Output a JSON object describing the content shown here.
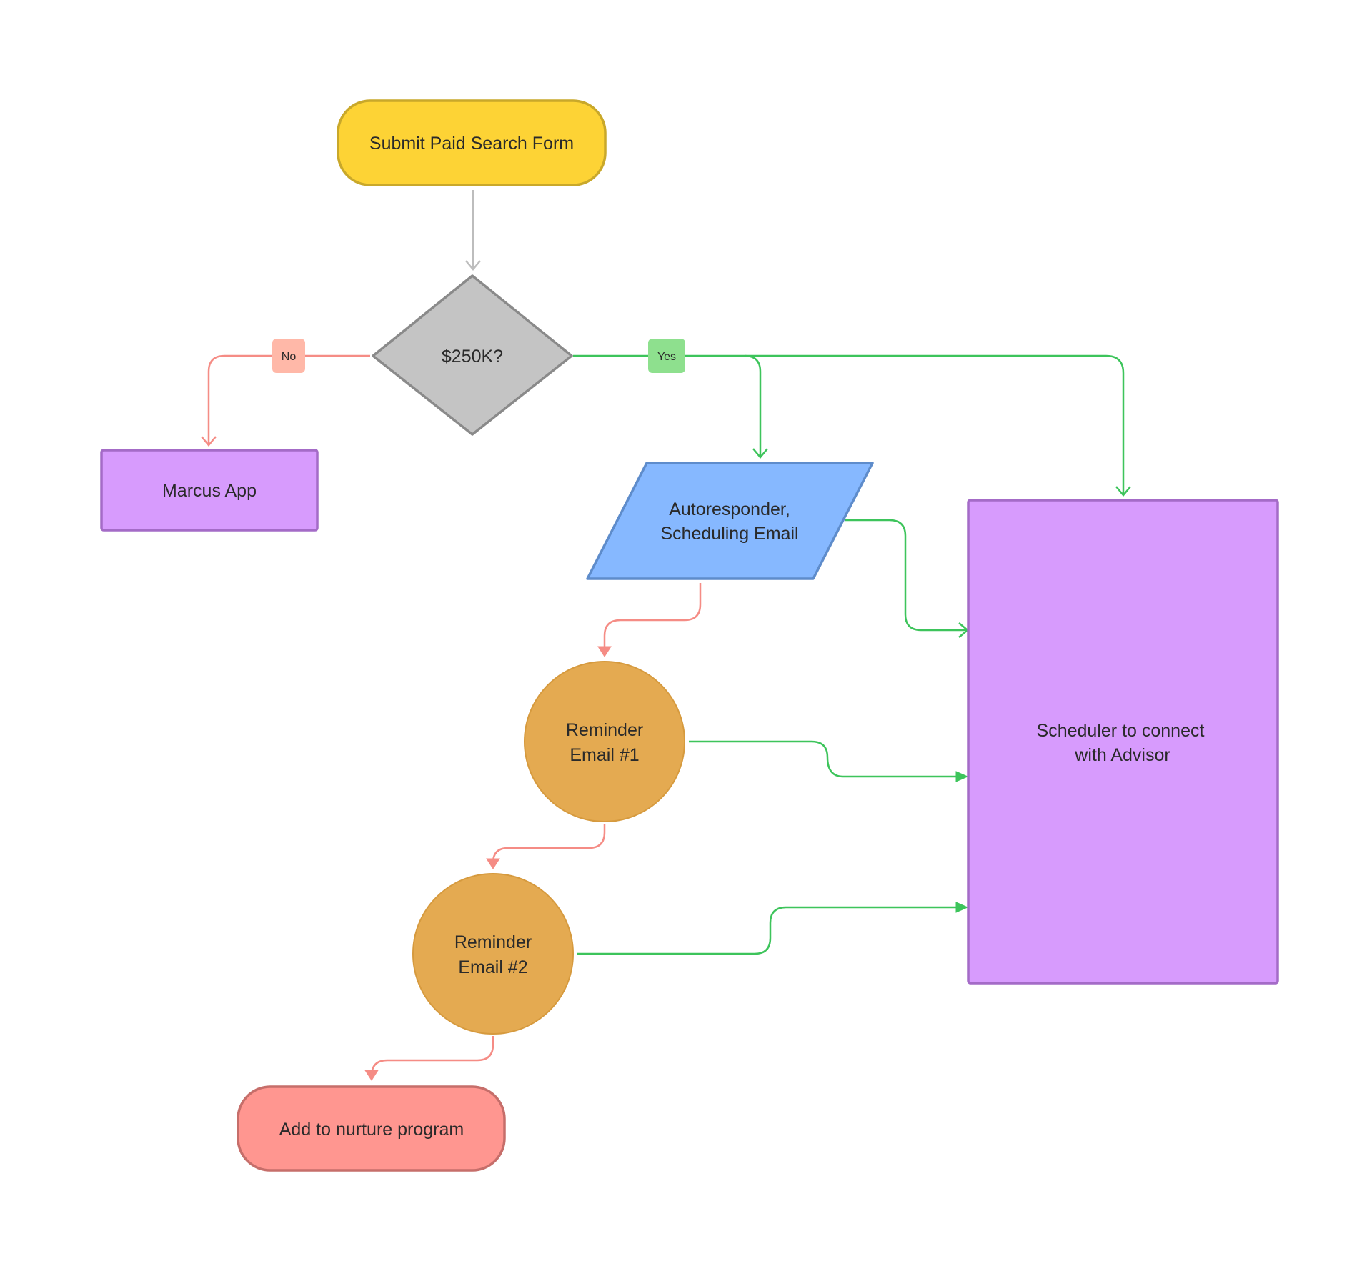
{
  "nodes": {
    "start": {
      "label": "Submit Paid Search Form",
      "fill": "#FDD335",
      "stroke": "#C9A82A"
    },
    "decision": {
      "label": "$250K?",
      "fill": "#C4C4C4",
      "stroke": "#8A8A8A"
    },
    "marcus": {
      "label": "Marcus App",
      "fill": "#D79BFD",
      "stroke": "#A46BC7"
    },
    "autoresponder": {
      "line1": "Autoresponder,",
      "line2": "Scheduling Email",
      "fill": "#86B8FF",
      "stroke": "#5E8CCB"
    },
    "scheduler": {
      "line1": "Scheduler to connect",
      "line2": "with Advisor",
      "fill": "#D79BFD",
      "stroke": "#A46BC7"
    },
    "reminder1": {
      "line1": "Reminder",
      "line2": "Email #1",
      "fill": "#E4AA51",
      "stroke": "#D69A3E"
    },
    "reminder2": {
      "line1": "Reminder",
      "line2": "Email #2",
      "fill": "#E4AA51",
      "stroke": "#D69A3E"
    },
    "nurture": {
      "label": "Add to nurture program",
      "fill": "#FF9690",
      "stroke": "#C66E6A"
    }
  },
  "edge_labels": {
    "no": {
      "text": "No",
      "fill": "#FFB8A8"
    },
    "yes": {
      "text": "Yes",
      "fill": "#8EE08E"
    }
  },
  "colors": {
    "gray_edge": "#BDBDBD",
    "red_edge": "#F58C85",
    "green_edge": "#3DC45B"
  }
}
